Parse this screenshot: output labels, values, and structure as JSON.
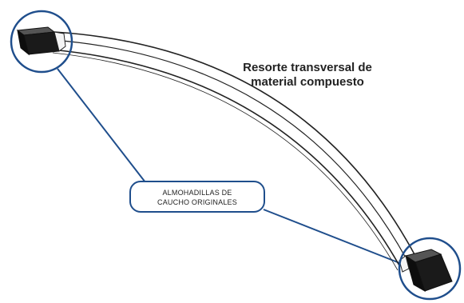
{
  "title": {
    "line1": "Resorte transversal de",
    "line2": "material compuesto"
  },
  "callout": {
    "line1": "ALMOHADILLAS DE",
    "line2": "CAUCHO ORIGINALES"
  },
  "colors": {
    "callout_stroke": "#1f4e8c",
    "spring_outline": "#222222",
    "pad_fill": "#1a1a1a",
    "text": "#222222"
  }
}
